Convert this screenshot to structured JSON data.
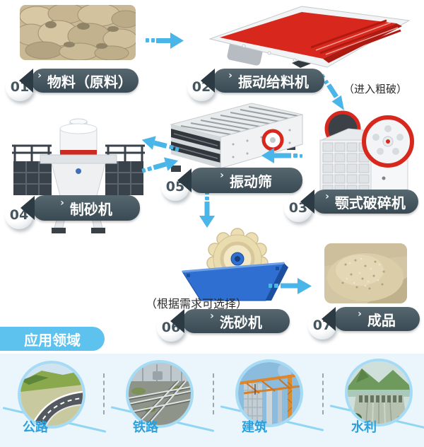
{
  "flow": {
    "chevron": "›",
    "steps": [
      {
        "num": "01",
        "label": "物料（原料）"
      },
      {
        "num": "02",
        "label": "振动给料机"
      },
      {
        "num": "03",
        "label": "颚式破碎机"
      },
      {
        "num": "04",
        "label": "制砂机"
      },
      {
        "num": "05",
        "label": "振动筛"
      },
      {
        "num": "06",
        "label": "洗砂机"
      },
      {
        "num": "07",
        "label": "成品"
      }
    ],
    "notes": {
      "coarse_crushing": "（进入粗破）",
      "optional": "（根据需求可选择）"
    }
  },
  "applications": {
    "header": "应用领域",
    "items": [
      {
        "label": "公路"
      },
      {
        "label": "铁路"
      },
      {
        "label": "建筑"
      },
      {
        "label": "水利"
      }
    ]
  },
  "colors": {
    "arrow_blue": "#4ab5e8",
    "pill_dark": "#44545e",
    "pill_wedge": "#2c3a43",
    "header_blue": "#5ec2ef",
    "label_blue": "#2ba0dc",
    "ring_blue": "#a6dbf5",
    "section_bg": "#eaf5fc",
    "feeder_red": "#d8281e",
    "washer_blue": "#2e6fd1"
  }
}
